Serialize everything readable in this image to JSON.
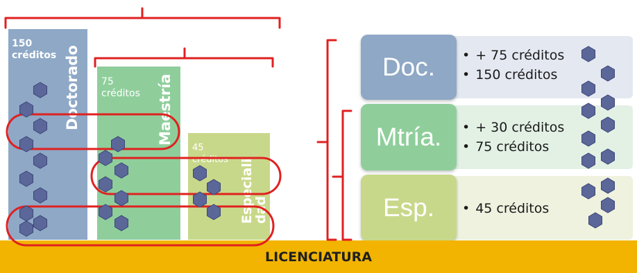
{
  "left_diagram": {
    "doctorado": {
      "credits": "150\ncréditos",
      "name": "Doctorado",
      "color": "#8ea8c6"
    },
    "maestria": {
      "credits": "75\ncréditos",
      "name": "Maestría",
      "color": "#8fce9b"
    },
    "especialidad": {
      "credits": "45\ncréditos",
      "name": "Especiali\ndad",
      "color": "#c8d88a"
    }
  },
  "right_table": {
    "rows": [
      {
        "label": "Doc.",
        "bullets": [
          "+ 75 créditos",
          "150 créditos"
        ],
        "label_color": "#8ea8c6",
        "box_color": "#e4e8f1"
      },
      {
        "label": "Mtría.",
        "bullets": [
          "+ 30 créditos",
          "75 créditos"
        ],
        "label_color": "#8fce9b",
        "box_color": "#e3f1e5"
      },
      {
        "label": "Esp.",
        "bullets": [
          "45 créditos"
        ],
        "label_color": "#c8d88a",
        "box_color": "#eef2de"
      }
    ]
  },
  "base": {
    "label": "LICENCIATURA",
    "color": "#f2b400"
  },
  "colors": {
    "bracket": "#e02020",
    "hexagon": "#5b6699"
  },
  "icons": [
    "hexagon-icon",
    "curly-bracket-icon"
  ]
}
